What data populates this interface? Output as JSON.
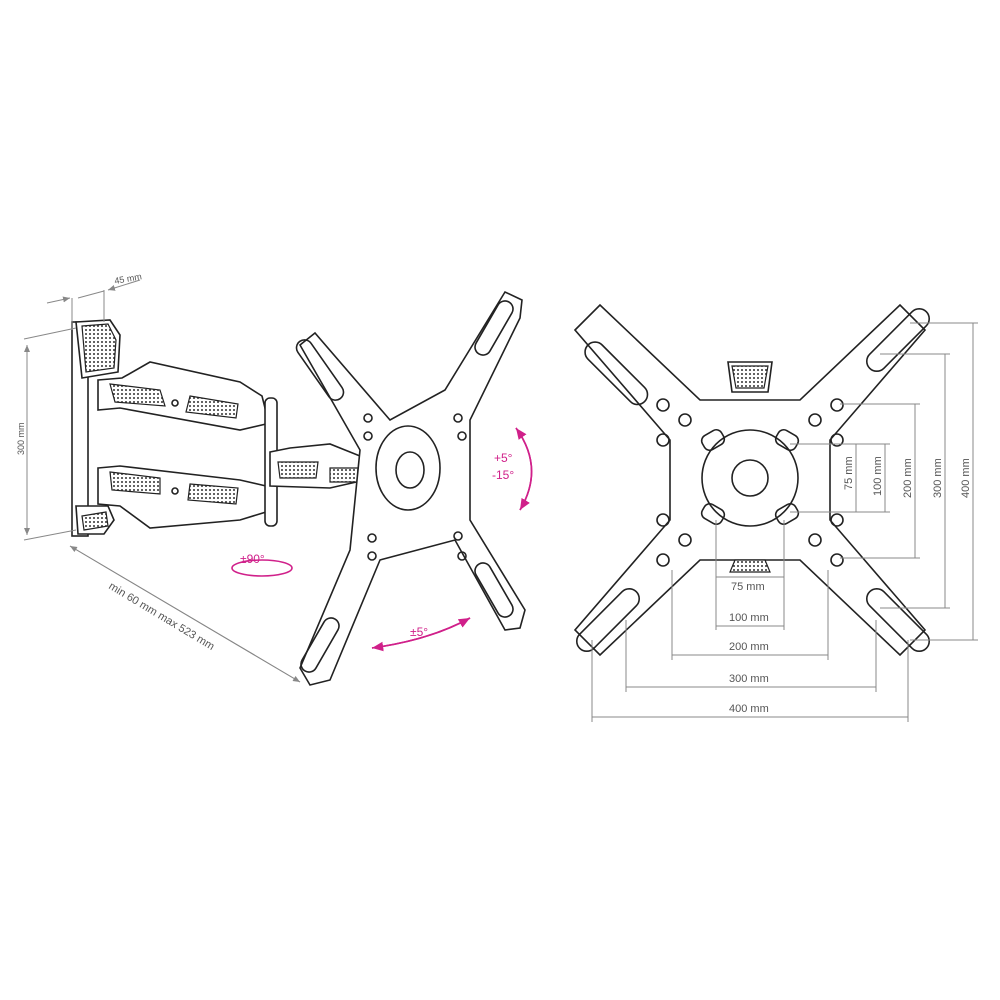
{
  "left_view": {
    "depth_label": "45 mm",
    "height_label": "300 mm",
    "extension_label": "min 60 mm max 523 mm",
    "swivel_label": "±90°",
    "tilt_up_label": "+5°",
    "tilt_down_label": "-15°",
    "rotation_label": "±5°"
  },
  "right_view": {
    "horizontal": [
      "75 mm",
      "100 mm",
      "200 mm",
      "300 mm",
      "400 mm"
    ],
    "vertical": [
      "75 mm",
      "100 mm",
      "200 mm",
      "300 mm",
      "400 mm"
    ]
  },
  "colors": {
    "accent": "#d0208a",
    "dimension": "#888888"
  }
}
